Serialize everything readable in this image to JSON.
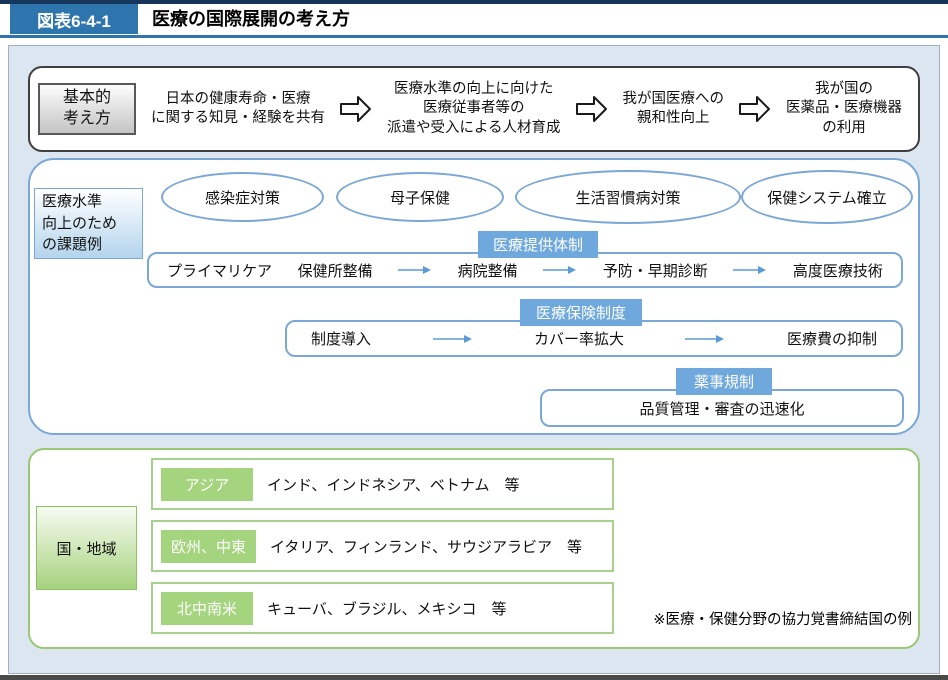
{
  "header": {
    "figure_label": "図表6-4-1",
    "title": "医療の国際展開の考え方"
  },
  "basic_concept": {
    "label": "基本的\n考え方",
    "steps": [
      "日本の健康寿命・医療\nに関する知見・経験を共有",
      "医療水準の向上に向けた\n医療従事者等の\n派遣や受入による人材育成",
      "我が国医療への\n親和性向上",
      "我が国の\n医薬品・医療機器\nの利用"
    ]
  },
  "standards": {
    "side_label": "医療水準\n向上のため\nの課題例",
    "challenges": [
      "感染症対策",
      "母子保健",
      "生活習慣病対策",
      "保健システム確立"
    ],
    "tracks": [
      {
        "label": "医療提供体制",
        "items": [
          "プライマリケア",
          "保健所整備",
          "病院整備",
          "予防・早期診断",
          "高度医療技術"
        ]
      },
      {
        "label": "医療保険制度",
        "items": [
          "制度導入",
          "カバー率拡大",
          "医療費の抑制"
        ]
      },
      {
        "label": "薬事規制",
        "items": [
          "品質管理・審査の迅速化"
        ]
      }
    ]
  },
  "regions": {
    "side_label": "国・地域",
    "rows": [
      {
        "label": "アジア",
        "countries": "インド、インドネシア、ベトナム　等"
      },
      {
        "label": "欧州、中東",
        "countries": "イタリア、フィンランド、サウジアラビア　等"
      },
      {
        "label": "北中南米",
        "countries": "キューバ、ブラジル、メキシコ　等"
      }
    ],
    "note": "※医療・保健分野の協力覚書締結国の例"
  },
  "colors": {
    "top_bar_navy": "#16365c",
    "header_blue": "#2e75ad",
    "content_bg": "#dce6f1",
    "blue_border": "#7ba7d7",
    "label_blue": "#6fa8dc",
    "arrow_blue": "#5b9bd5",
    "green_border": "#9bc872",
    "label_green": "#a5d47f"
  }
}
